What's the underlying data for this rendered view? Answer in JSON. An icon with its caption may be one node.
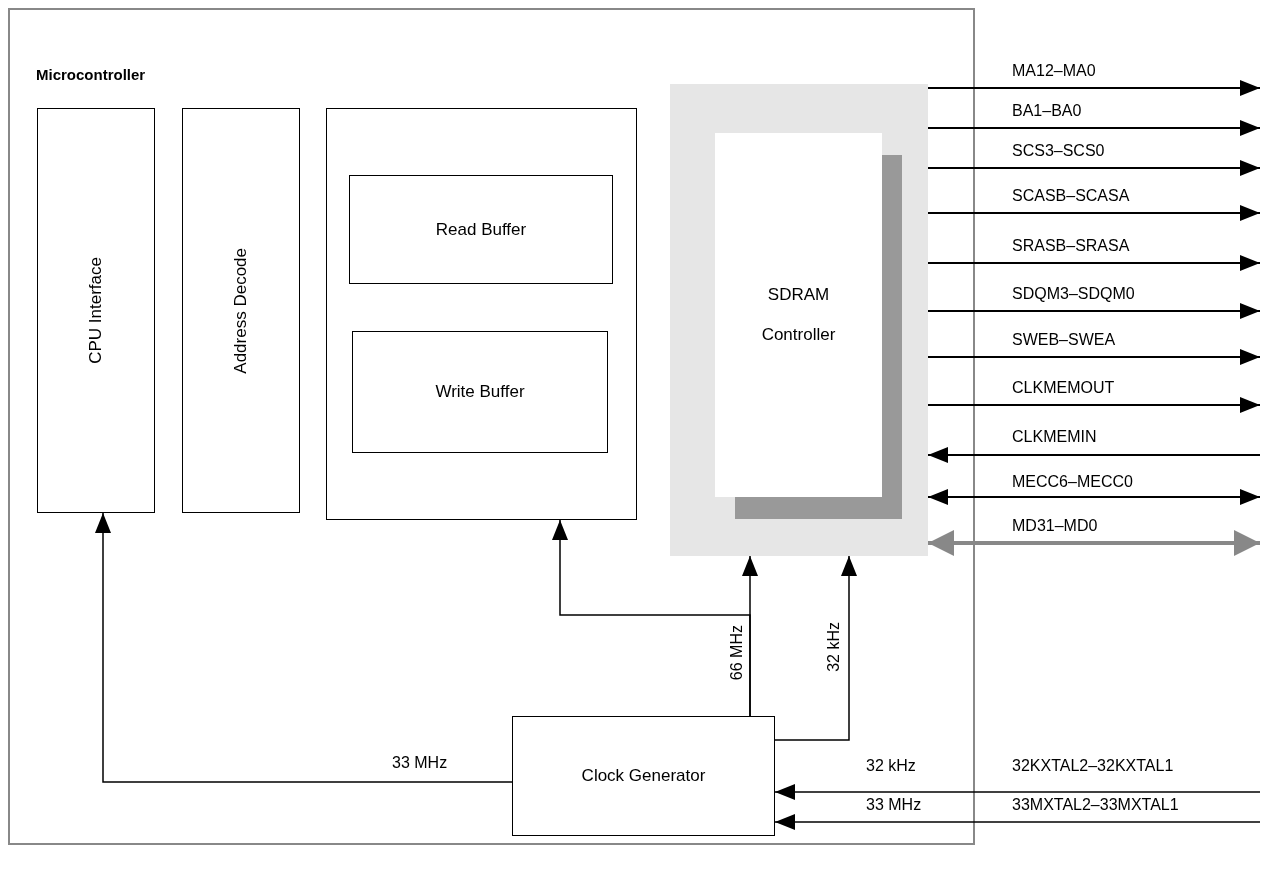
{
  "diagram": {
    "nodes": [
      {
        "text": [
          "Microcontroller"
        ]
      },
      {
        "text": [
          "CPU Interface"
        ],
        "in": 0
      },
      {
        "text": [
          "Address Decode"
        ],
        "in": 0
      },
      {
        "text": [],
        "shape": "box",
        "in": 0
      },
      {
        "text": [
          "Read Buffer"
        ],
        "in": 3
      },
      {
        "text": [
          "Write Buffer"
        ],
        "in": 3
      },
      {
        "text": [],
        "shape": "box",
        "in": 0
      },
      {
        "text": [
          "SDRAM Controller"
        ],
        "in": 6
      },
      {
        "text": [
          "Clock Generator"
        ],
        "in": 0
      }
    ],
    "edges": [
      {
        "from": 6,
        "to": null,
        "arrow": "to",
        "label": "MA12–MA0"
      },
      {
        "from": 6,
        "to": null,
        "arrow": "to",
        "label": "BA1–BA0"
      },
      {
        "from": 6,
        "to": null,
        "arrow": "to",
        "label": "SCS3–SCS0"
      },
      {
        "from": 6,
        "to": null,
        "arrow": "to",
        "label": "SCASB–SCASA"
      },
      {
        "from": 6,
        "to": null,
        "arrow": "to",
        "label": "SRASB–SRASA"
      },
      {
        "from": 6,
        "to": null,
        "arrow": "to",
        "label": "SDQM3–SDQM0"
      },
      {
        "from": 6,
        "to": null,
        "arrow": "to",
        "label": "SWEB–SWEA"
      },
      {
        "from": 6,
        "to": null,
        "arrow": "to",
        "label": "CLKMEMOUT"
      },
      {
        "from": null,
        "to": 6,
        "arrow": "to",
        "label": "CLKMEMIN"
      },
      {
        "from": 6,
        "to": null,
        "arrow": "both",
        "label": "MECC6–MECC0"
      },
      {
        "from": 6,
        "to": null,
        "arrow": "both",
        "label": "MD31–MD0",
        "style": "thick",
        "color": "#888888"
      },
      {
        "from": 8,
        "to": 1,
        "arrow": "to",
        "label": "33 MHz"
      },
      {
        "from": 8,
        "to": 3,
        "arrow": "to"
      },
      {
        "from": 8,
        "to": 6,
        "arrow": "to",
        "label": "66 MHz"
      },
      {
        "from": 8,
        "to": 6,
        "arrow": "to",
        "label": "32 kHz"
      },
      {
        "from": null,
        "to": 8,
        "arrow": "to",
        "label": "32 kHz"
      },
      {
        "from": null,
        "to": 8,
        "arrow": "to",
        "label": "33 MHz"
      }
    ],
    "labels": [
      "32KXTAL2–32KXTAL1",
      "33MXTAL2–33MXTAL1"
    ]
  }
}
